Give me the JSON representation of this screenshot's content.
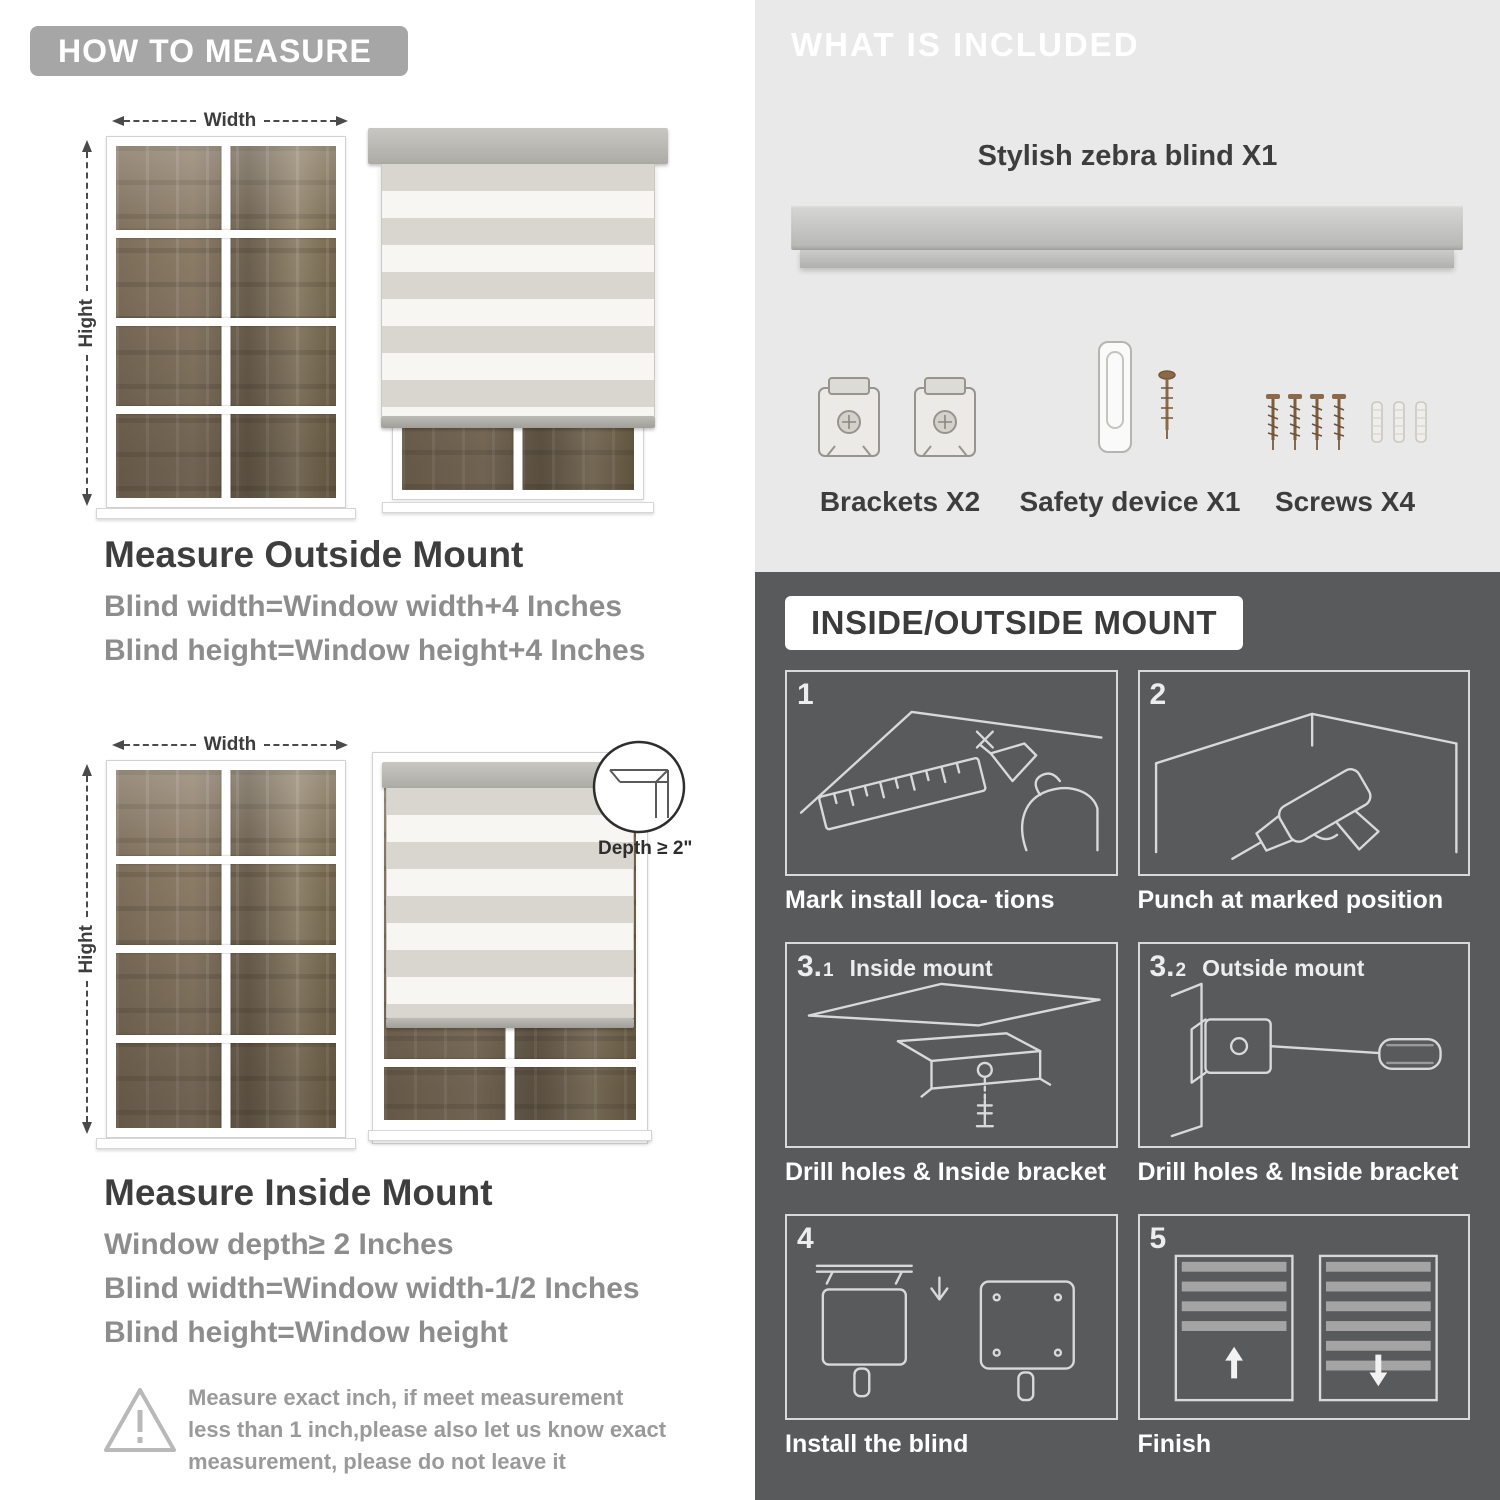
{
  "left": {
    "header": "HOW TO MEASURE",
    "labels": {
      "width": "Width",
      "hight": "Hight",
      "depth": "Depth ≥ 2\""
    },
    "outside": {
      "title": "Measure Outside Mount",
      "lines": [
        "Blind width=Window width+4 Inches",
        "Blind height=Window height+4 Inches"
      ]
    },
    "inside": {
      "title": "Measure Inside Mount",
      "lines": [
        "Window depth≥ 2 Inches",
        "Blind width=Window width-1/2 Inches",
        "Blind height=Window height"
      ]
    },
    "warning": "Measure exact inch, if meet measurement less than 1 inch,please also let us know exact measurement, please do not leave it"
  },
  "included": {
    "header": "WHAT IS INCLUDED",
    "blind_label": "Stylish zebra blind X1",
    "items": [
      {
        "label": "Brackets X2",
        "icon": "brackets-icon"
      },
      {
        "label": "Safety device X1",
        "icon": "safety-device-icon"
      },
      {
        "label": "Screws X4",
        "icon": "screws-icon"
      }
    ]
  },
  "mount": {
    "header": "INSIDE/OUTSIDE MOUNT",
    "steps": [
      {
        "num": "1",
        "caption": "Mark install loca- tions"
      },
      {
        "num": "2",
        "caption": "Punch at  marked position"
      },
      {
        "num": "3.",
        "sub": "1",
        "title": "Inside mount",
        "caption": "Drill holes &  Inside bracket"
      },
      {
        "num": "3.",
        "sub": "2",
        "title": "Outside mount",
        "caption": "Drill holes &  Inside bracket"
      },
      {
        "num": "4",
        "caption": "Install the blind"
      },
      {
        "num": "5",
        "caption": "Finish"
      }
    ]
  },
  "colors": {
    "badge_gray": "#a6a6a6",
    "light_panel": "#e9e9e9",
    "dark_panel": "#595a5c",
    "heading_dark": "#3e3e3e",
    "sub_gray": "#8d8d8d",
    "line_art": "#d9d9d9"
  }
}
